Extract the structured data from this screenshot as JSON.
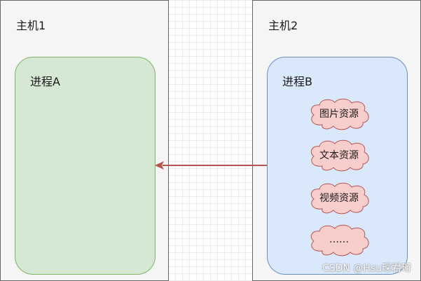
{
  "hosts": [
    {
      "title": "主机1",
      "process": {
        "title": "进程A"
      }
    },
    {
      "title": "主机2",
      "process": {
        "title": "进程B",
        "resources": [
          "图片资源",
          "文本资源",
          "视频资源",
          "……"
        ]
      }
    }
  ],
  "edges": [
    {
      "from": "进程B",
      "to": "进程A",
      "color": "#b85450"
    }
  ],
  "colors": {
    "host_fill": "#f5f5f5",
    "process_a_fill": "#d5e8d4",
    "process_b_fill": "#dae8fc",
    "cloud_fill": "#f8cecc",
    "cloud_stroke": "#b85450"
  },
  "watermark": "CSDN @Hsu琛君珩"
}
